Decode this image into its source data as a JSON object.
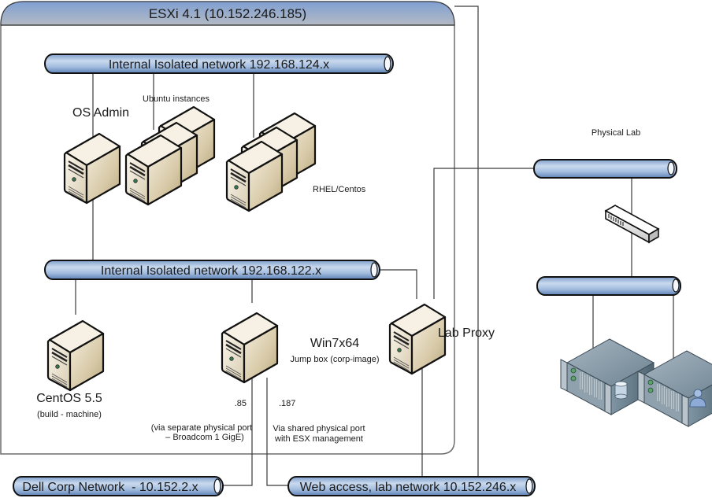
{
  "host": {
    "title": "ESXi 4.1 (10.152.246.185)"
  },
  "networks": {
    "internal_124": "Internal Isolated network 192.168.124.x",
    "internal_122": "Internal Isolated network 192.168.122.x",
    "dell_corp": "Dell Corp Network  - 10.152.2.x",
    "web_access": "Web access, lab network 10.152.246.x",
    "physical_lab_upper": "",
    "physical_lab_lower": ""
  },
  "labels": {
    "os_admin": "OS Admin",
    "ubuntu": "Ubuntu instances",
    "rhel": "RHEL/Centos",
    "centos_title": "CentOS 5.5",
    "centos_sub": "(build - machine)",
    "win7_title": "Win7x64",
    "win7_sub": "Jump box (corp-image)",
    "ip_85": ".85",
    "ip_187": ".187",
    "note_separate_1": "(via separate physical port",
    "note_separate_2": "– Broadcom 1 GigE)",
    "note_shared_1": "Via shared physical port",
    "note_shared_2": "with ESX management",
    "lab_proxy": "Lab Proxy",
    "physical_lab": "Physical Lab"
  },
  "icons": {
    "server": "tower-server-icon",
    "switch": "network-switch-icon",
    "rack_db": "rack-server-database-icon",
    "rack_user": "rack-server-user-icon"
  },
  "colors": {
    "header_top": "#7f9fd2",
    "header_bottom": "#b4bac4",
    "pipe_light": "#c8d8ee",
    "pipe_dark": "#6f93c4",
    "server_light": "#f5efe2",
    "server_dark": "#c6b796"
  }
}
